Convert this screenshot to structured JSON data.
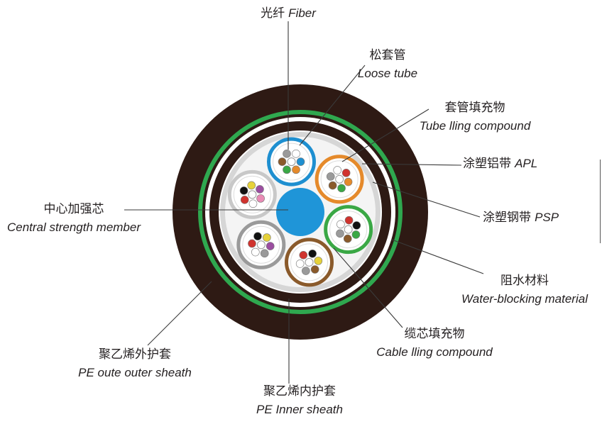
{
  "labels": {
    "fiber": {
      "zh": "光纤",
      "en": "Fiber"
    },
    "loose_tube": {
      "zh": "松套管",
      "en": "Loose tube"
    },
    "tube_filling": {
      "zh": "套管填充物",
      "en": "Tube lling compound"
    },
    "apl": {
      "zh": "涂塑铝带",
      "en": "APL"
    },
    "psp": {
      "zh": "涂塑钢带",
      "en": "PSP"
    },
    "water_blocking": {
      "zh": "阻水材料",
      "en": "Water-blocking material"
    },
    "cable_filling": {
      "zh": "缆芯填充物",
      "en": "Cable lling compound"
    },
    "inner_sheath": {
      "zh": "聚乙烯内护套",
      "en": "PE Inner sheath"
    },
    "outer_sheath": {
      "zh": "聚乙烯外护套",
      "en": "PE oute outer sheath"
    },
    "strength_member": {
      "zh": "中心加强芯",
      "en": "Central strength member"
    }
  },
  "colors": {
    "outer_sheath": "#2e1a14",
    "green_band": "#2fa84f",
    "white_band": "#ffffff",
    "inner_sheath": "#2e1a14",
    "aluminum": "#d6d6d6",
    "core_fill": "#f4f4f4",
    "strength_member": "#1f95d8",
    "line": "#3a3a3a"
  },
  "tubes": [
    {
      "name": "tube-blue",
      "ring": "#1e8fd0"
    },
    {
      "name": "tube-orange",
      "ring": "#e58a2b"
    },
    {
      "name": "tube-green",
      "ring": "#3aa845"
    },
    {
      "name": "tube-brown",
      "ring": "#8a5a2b"
    },
    {
      "name": "tube-grey",
      "ring": "#9a9a9a"
    },
    {
      "name": "tube-white",
      "ring": "#c8c8c8"
    }
  ],
  "fiber_colors": [
    "#1e8fd0",
    "#e58a2b",
    "#3aa845",
    "#8a5a2b",
    "#9a9a9a",
    "#ffffff",
    "#d0332e",
    "#111111",
    "#e6d23a",
    "#9b4ea0",
    "#e98bb5",
    "#46c0d6"
  ]
}
